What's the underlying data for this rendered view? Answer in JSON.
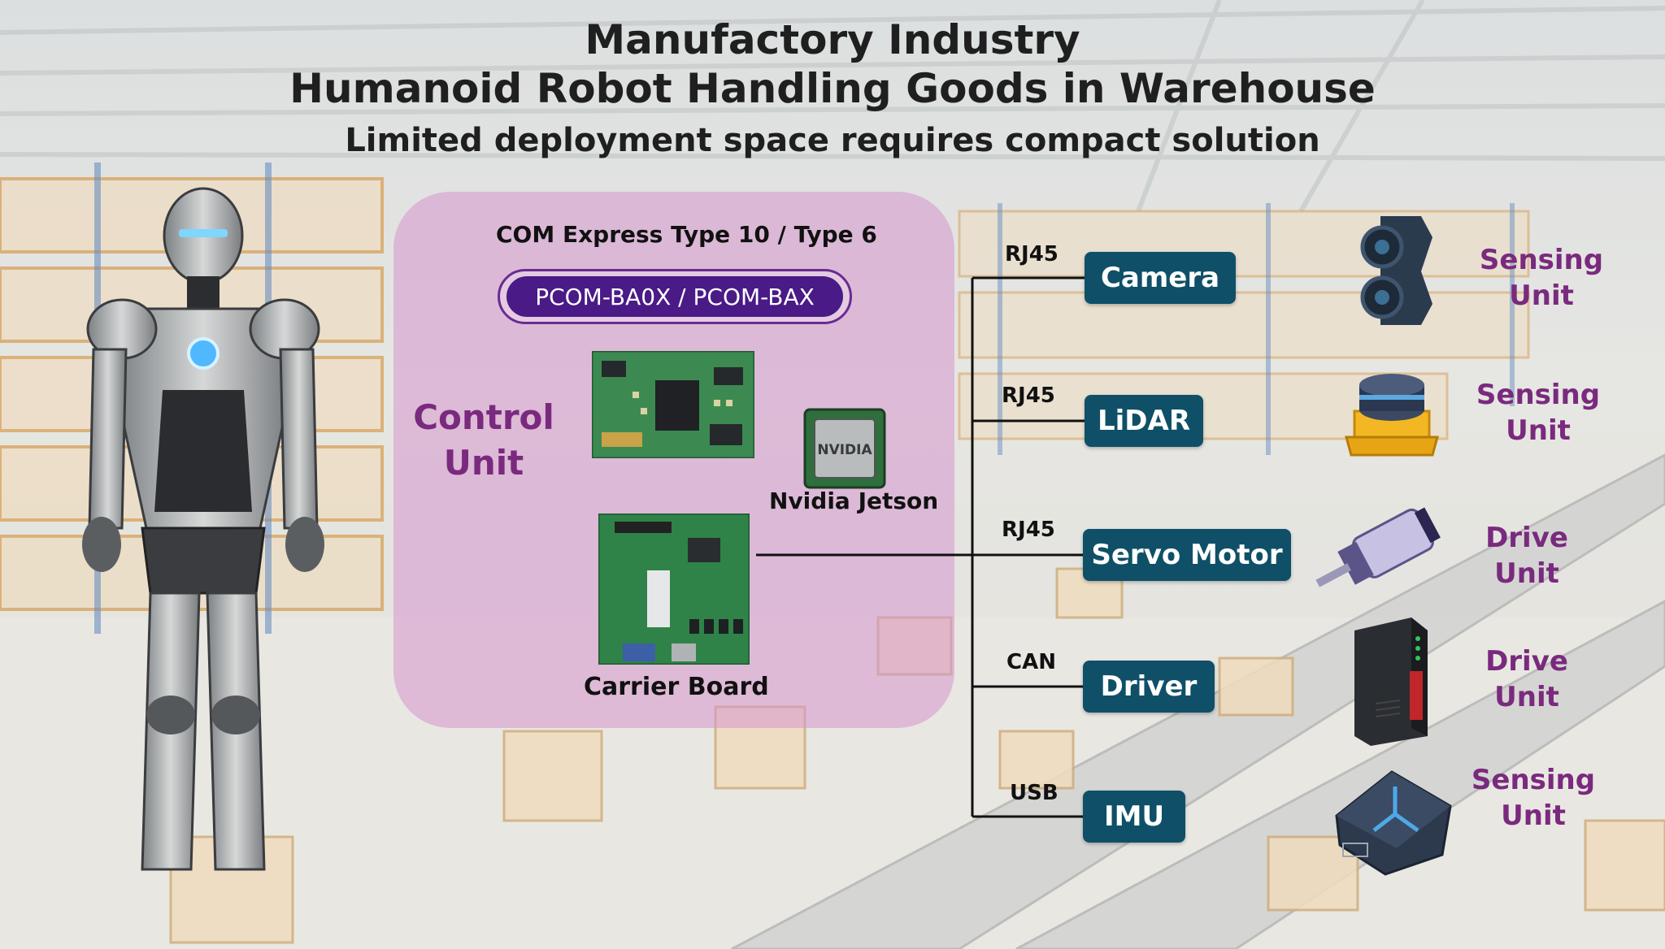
{
  "header": {
    "title_line1": "Manufactory Industry",
    "title_line2": "Humanoid Robot Handling Goods in Warehouse",
    "subtitle": "Limited deployment space requires compact solution"
  },
  "control_unit": {
    "label": "Control Unit",
    "label_line1": "Control",
    "label_line2": "Unit",
    "standard": "COM Express Type 10 / Type 6",
    "model": "PCOM-BA0X / PCOM-BAX",
    "jetson_label": "Nvidia Jetson",
    "jetson_chip_text": "NVIDIA",
    "carrier_label": "Carrier Board"
  },
  "devices": [
    {
      "name": "Camera",
      "interface": "RJ45",
      "unit_line1": "Sensing",
      "unit_line2": "Unit",
      "icon": "stereo-camera-icon"
    },
    {
      "name": "LiDAR",
      "interface": "RJ45",
      "unit_line1": "Sensing",
      "unit_line2": "Unit",
      "icon": "lidar-icon"
    },
    {
      "name": "Servo Motor",
      "interface": "RJ45",
      "unit_line1": "Drive",
      "unit_line2": "Unit",
      "icon": "servo-motor-icon"
    },
    {
      "name": "Driver",
      "interface": "CAN",
      "unit_line1": "Drive",
      "unit_line2": "Unit",
      "icon": "motor-driver-icon"
    },
    {
      "name": "IMU",
      "interface": "USB",
      "unit_line1": "Sensing",
      "unit_line2": "Unit",
      "icon": "imu-icon"
    }
  ],
  "colors": {
    "device_box": "#0f5068",
    "unit_text": "#7a2a7e",
    "control_panel": "#d696cd",
    "model_pill": "#4a1a86"
  }
}
